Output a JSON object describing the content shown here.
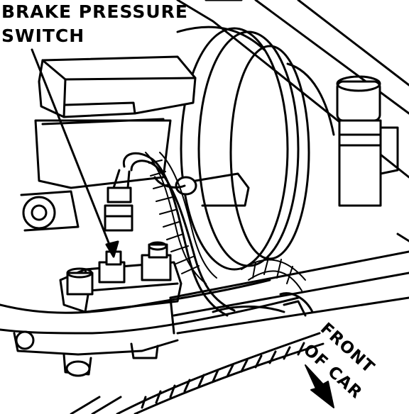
{
  "callout": {
    "line1": "BRAKE PRESSURE",
    "line2": "SWITCH"
  },
  "direction": {
    "line1": "FRONT",
    "line2": "OF CAR"
  },
  "colors": {
    "ink": "#000000",
    "paper": "#ffffff"
  }
}
